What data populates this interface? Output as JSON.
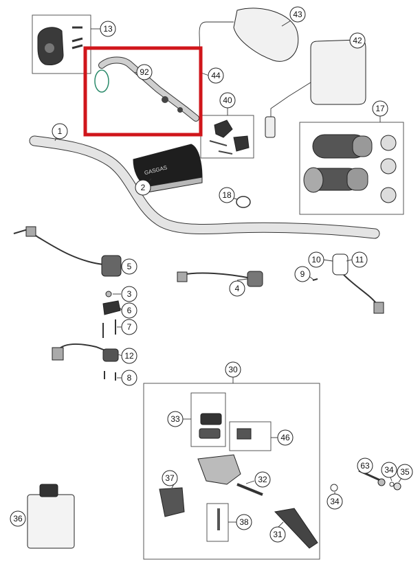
{
  "highlight_color": "#d0161b",
  "callouts": {
    "c1": "1",
    "c2": "2",
    "c3": "3",
    "c4": "4",
    "c5": "5",
    "c6": "6",
    "c7": "7",
    "c8": "8",
    "c9": "9",
    "c10": "10",
    "c11": "11",
    "c12": "12",
    "c13": "13",
    "c17": "17",
    "c18": "18",
    "c30": "30",
    "c31": "31",
    "c32": "32",
    "c33": "33",
    "c34a": "34",
    "c34b": "34",
    "c35": "35",
    "c36": "36",
    "c37": "37",
    "c38": "38",
    "c40": "40",
    "c42": "42",
    "c43": "43",
    "c44": "44",
    "c46": "46",
    "c63": "63",
    "c92": "92"
  },
  "part_icons": {
    "handlebar": "handlebar-icon",
    "pad": "handlebar-pad-icon",
    "mirror": "mirror-icon",
    "grips": "grip-icon",
    "throttle": "throttle-cable-icon",
    "master_cylinder": "brake-master-cylinder-icon",
    "fluid_bottle": "fluid-bottle-icon"
  }
}
